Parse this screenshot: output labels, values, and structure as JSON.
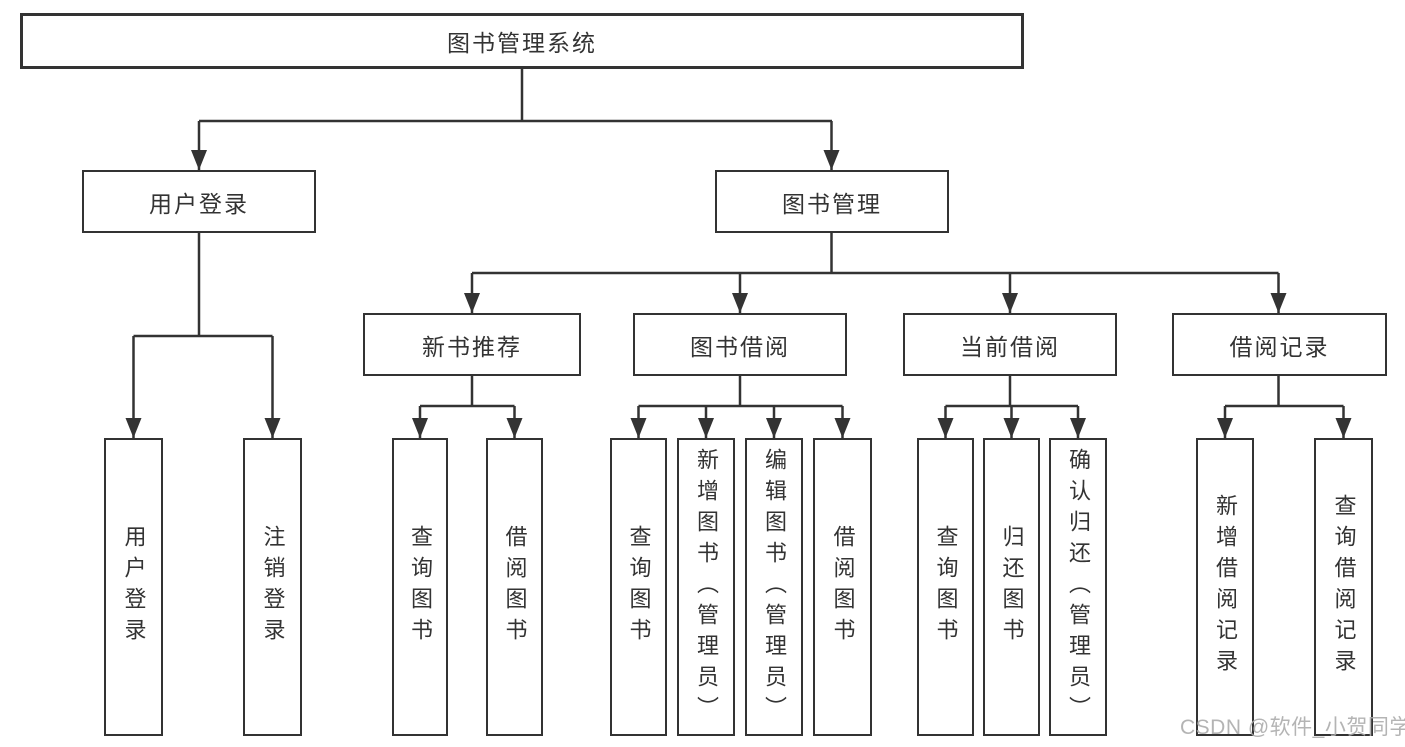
{
  "root": {
    "label": "图书管理系统"
  },
  "level2": {
    "user_login": {
      "label": "用户登录"
    },
    "book_mgmt": {
      "label": "图书管理"
    }
  },
  "level3": {
    "new_books": {
      "label": "新书推荐"
    },
    "book_borrow": {
      "label": "图书借阅"
    },
    "current_borrow": {
      "label": "当前借阅"
    },
    "borrow_records": {
      "label": "借阅记录"
    }
  },
  "leaves": {
    "login": {
      "label": "用户登录"
    },
    "logout": {
      "label": "注销登录"
    },
    "nb_query": {
      "label": "查询图书"
    },
    "nb_borrow": {
      "label": "借阅图书"
    },
    "bb_query": {
      "label": "查询图书"
    },
    "bb_add": {
      "label": "新增图书（管理员）"
    },
    "bb_edit": {
      "label": "编辑图书（管理员）"
    },
    "bb_borrow": {
      "label": "借阅图书"
    },
    "cb_query": {
      "label": "查询图书"
    },
    "cb_return": {
      "label": "归还图书"
    },
    "cb_confirm": {
      "label": "确认归还（管理员）"
    },
    "br_add": {
      "label": "新增借阅记录"
    },
    "br_query": {
      "label": "查询借阅记录"
    }
  },
  "watermark": {
    "text": "CSDN @软件_小贺同学"
  },
  "colors": {
    "line": "#333333",
    "box_border": "#333333",
    "box_fill": "#ffffff",
    "text": "#333333",
    "watermark": "#acacac"
  }
}
